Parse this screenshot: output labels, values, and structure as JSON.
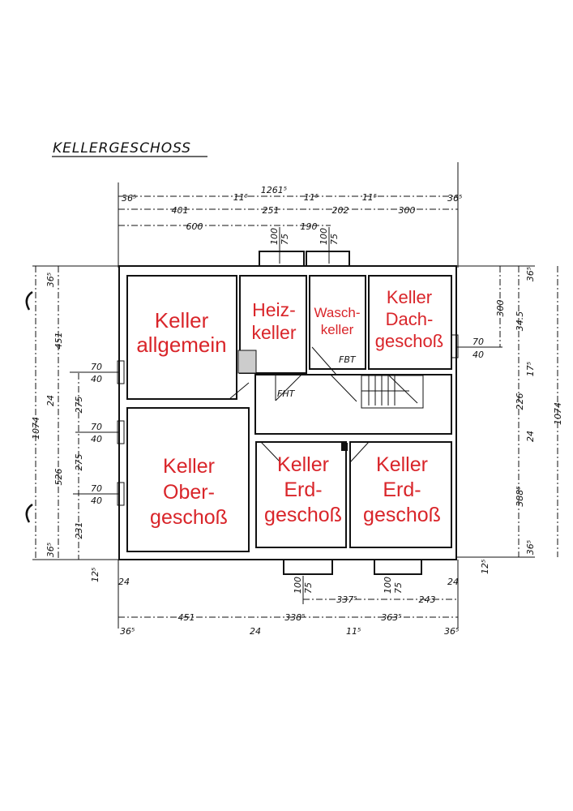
{
  "title": "KELLERGESCHOSS",
  "rooms": {
    "allgemein": [
      "Keller",
      "allgemein"
    ],
    "heiz": [
      "Heiz-",
      "keller"
    ],
    "wasch": [
      "Wasch-",
      "keller"
    ],
    "dach": [
      "Keller",
      "Dach-",
      "geschoß"
    ],
    "ober": [
      "Keller",
      "Ober-",
      "geschoß"
    ],
    "erd1": [
      "Keller",
      "Erd-",
      "geschoß"
    ],
    "erd2": [
      "Keller",
      "Erd-",
      "geschoß"
    ]
  },
  "notes": {
    "fht": "FHT",
    "fbt": "FBT"
  },
  "dims": {
    "top": {
      "total": "1261⁵",
      "row2": [
        "36⁵",
        "401",
        "11⁵",
        "251",
        "11⁵",
        "202",
        "11⁵",
        "300",
        "36⁵"
      ],
      "row3": [
        "600",
        "190"
      ],
      "wells": [
        "100",
        "75",
        "100",
        "75"
      ]
    },
    "left": {
      "total": "1074",
      "row2": [
        "36⁵",
        "451",
        "24",
        "526",
        "36⁵"
      ],
      "row3": [
        "275",
        "275",
        "231"
      ],
      "windows": [
        "70",
        "40",
        "70",
        "40",
        "70",
        "40"
      ],
      "offset": "12⁵",
      "wall": "24"
    },
    "right": {
      "row1": "300",
      "row2": [
        "36⁵",
        "34.5",
        "17⁵",
        "226",
        "24",
        "388⁵",
        "36⁵"
      ],
      "total": "1074",
      "window": [
        "70",
        "40"
      ],
      "offset": "12⁵",
      "wall": "24"
    },
    "bottom": {
      "wells": [
        "100",
        "75",
        "100",
        "75"
      ],
      "row1": [
        "337⁵",
        "243"
      ],
      "row2": [
        "451",
        "338⁵",
        "363⁵"
      ],
      "row2_small": [
        "36⁵",
        "24",
        "11⁵",
        "36⁵"
      ]
    }
  }
}
